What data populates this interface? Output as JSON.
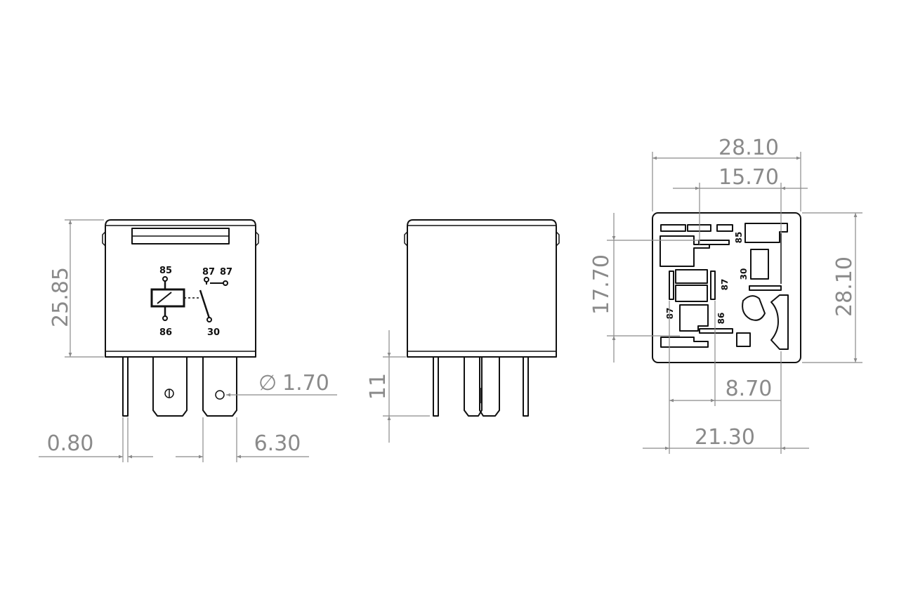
{
  "dimensions": {
    "front_height": "25.85",
    "pin_thickness": "0.80",
    "blade_width": "6.30",
    "hole_diameter": "1.70",
    "hole_symbol": "∅",
    "side_pin_length": "11",
    "bottom_width_total": "28.10",
    "bottom_width_inner": "15.70",
    "bottom_height_total": "28.10",
    "bottom_height_inner": "17.70",
    "bottom_offset_a": "8.70",
    "bottom_offset_b": "21.30"
  },
  "schematic_labels": {
    "coil_top": "85",
    "coil_bottom": "86",
    "contact_a": "87",
    "contact_b": "87",
    "common": "30"
  },
  "pinout_labels": {
    "p85": "85",
    "p30": "30",
    "p87_right": "87",
    "p87_left": "87",
    "p86": "86"
  }
}
